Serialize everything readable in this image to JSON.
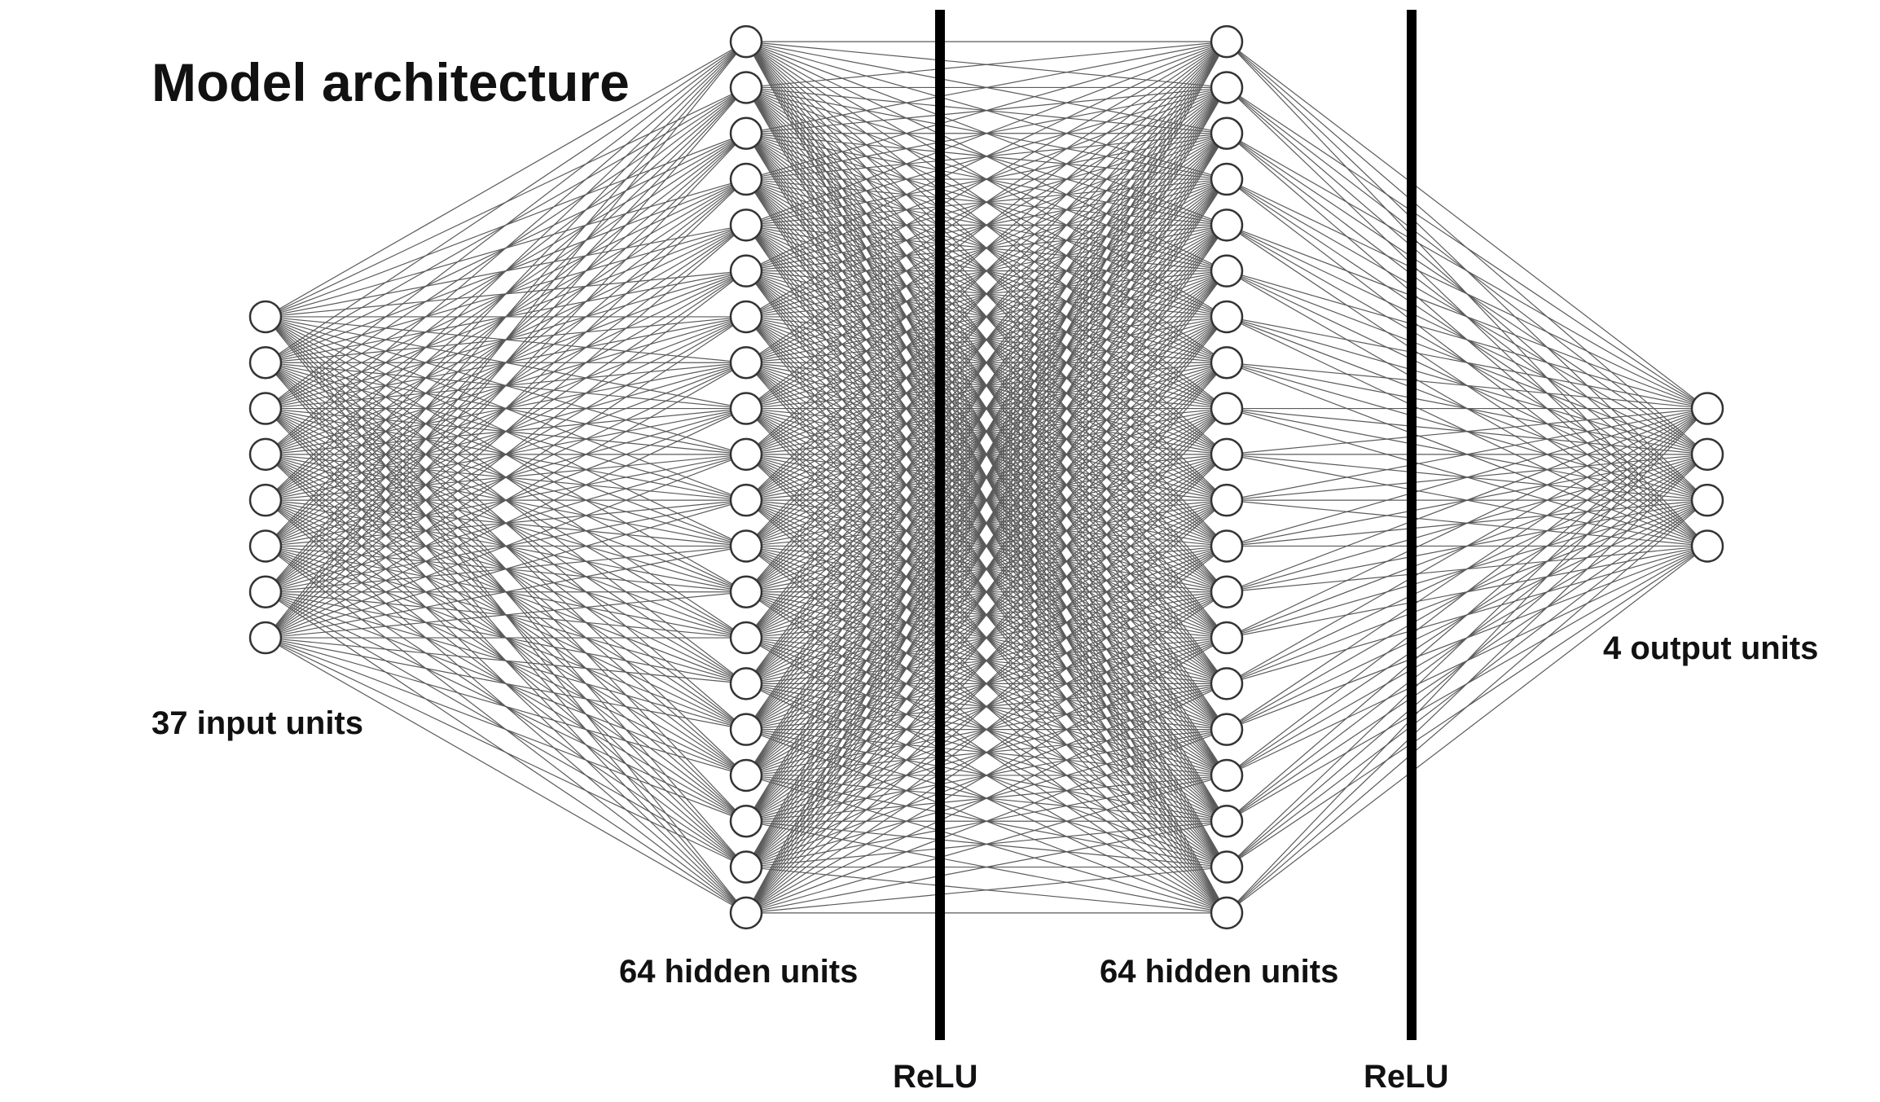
{
  "title": "Model architecture",
  "layers": [
    {
      "label": "37 input units",
      "drawn_nodes": 8
    },
    {
      "label": "64 hidden units",
      "drawn_nodes": 20
    },
    {
      "label": "64 hidden units",
      "drawn_nodes": 20
    },
    {
      "label": "4 output units",
      "drawn_nodes": 4
    }
  ],
  "activations": [
    {
      "label": "ReLU"
    },
    {
      "label": "ReLU"
    }
  ],
  "colors": {
    "edge": "#5a5a5a",
    "node_stroke": "#333333",
    "node_fill": "#ffffff",
    "divider": "#000000",
    "text": "#111111"
  }
}
